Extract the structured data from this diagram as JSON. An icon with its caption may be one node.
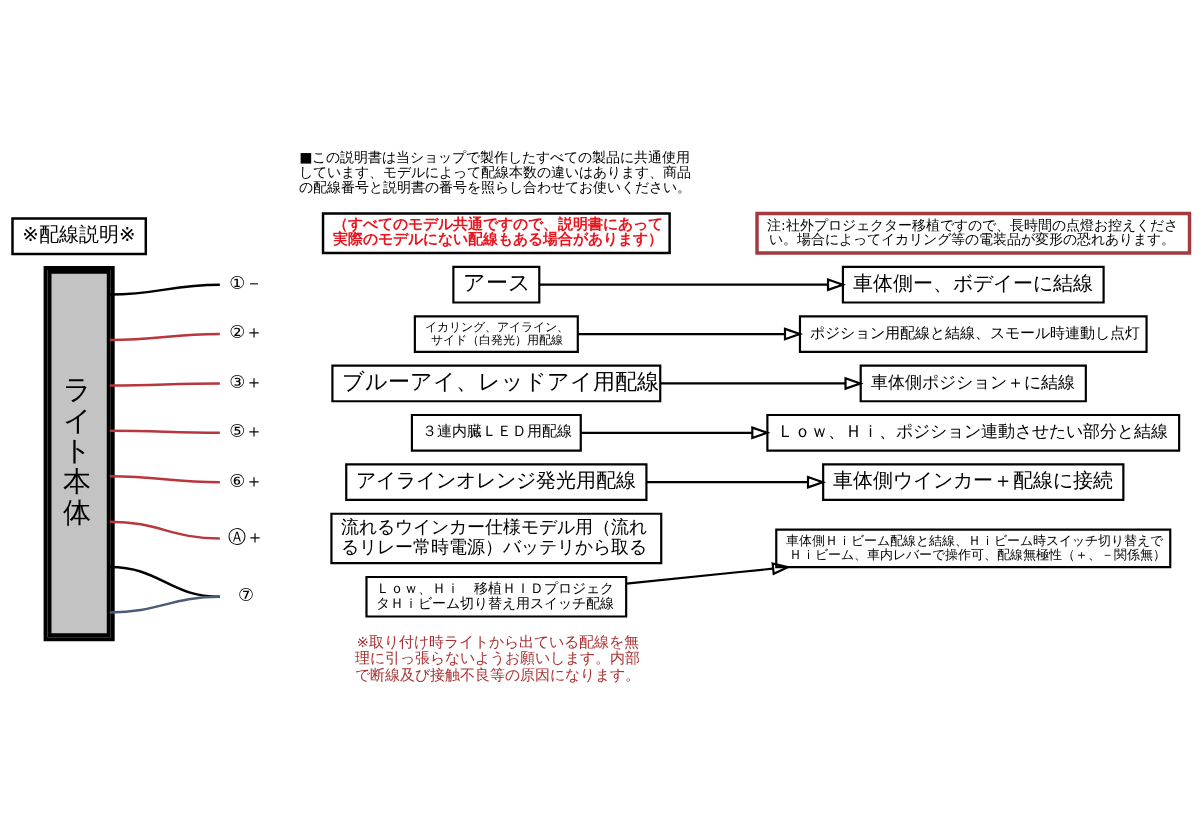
{
  "diagram": {
    "nodes": [
      {
        "text": [
          "（すべてのモデル共通ですので、説明書にあって実際のモデルにない配線もある場合があります）"
        ]
      },
      {
        "text": [
          "※配線説明※"
        ]
      },
      {
        "text": [
          "注:社外プロジェクター移植ですので、長時間の点燈お控えください。場合によってイカリング等の電装品が変形の恐れあります。"
        ]
      },
      {
        "text": [
          "ライト本体"
        ]
      },
      {
        "text": [
          "①－"
        ]
      },
      {
        "text": [
          "アース"
        ]
      },
      {
        "text": [
          "車体側ー、ボデイーに結線"
        ]
      },
      {
        "text": [
          "②＋"
        ]
      },
      {
        "text": [
          "イカリング、アイライン、サイド（白発光）用配線"
        ]
      },
      {
        "text": [
          "ポジション用配線と結線、スモール時連動し点灯"
        ]
      },
      {
        "text": [
          "③＋"
        ]
      },
      {
        "text": [
          "ブルーアイ、レッドアイ用配線"
        ]
      },
      {
        "text": [
          "車体側ポジション＋に結線"
        ]
      },
      {
        "text": [
          "⑤＋"
        ]
      },
      {
        "text": [
          "３連内臓ＬＥＤ用配線"
        ]
      },
      {
        "text": [
          "Ｌｏｗ、Ｈｉ、ポジション連動させたい部分と結線"
        ]
      },
      {
        "text": [
          "⑥＋"
        ]
      },
      {
        "text": [
          "アイラインオレンジ発光用配線"
        ]
      },
      {
        "text": [
          "車体側ウインカー＋配線に接続"
        ]
      },
      {
        "text": [
          "Ⓐ＋"
        ]
      },
      {
        "text": [
          "流れるウインカー仕様モデル用（流れるリレー常時電源）バッテリから取る"
        ]
      },
      {
        "text": [
          "⑦"
        ]
      },
      {
        "text": [
          "Ｌｏｗ、Ｈｉ　移植ＨＩＤプロジェクタＨｉビーム切り替え用スイッチ配線"
        ]
      },
      {
        "text": [
          "車体側Ｈｉビーム配線と結線、Ｈｉビーム時スイッチ切り替えでＨｉビーム、車内レバーで操作可、配線無極性（＋、－関係無）"
        ]
      }
    ],
    "edges": [
      {
        "from": 3,
        "to": 4,
        "arrow": "none"
      },
      {
        "from": 5,
        "to": 6,
        "arrow": "to"
      },
      {
        "from": 3,
        "to": 7,
        "arrow": "none",
        "color": "#b8363c"
      },
      {
        "from": 8,
        "to": 9,
        "arrow": "to"
      },
      {
        "from": 3,
        "to": 10,
        "arrow": "none",
        "color": "#b8363c"
      },
      {
        "from": 11,
        "to": 12,
        "arrow": "to"
      },
      {
        "from": 3,
        "to": 13,
        "arrow": "none",
        "color": "#b8363c"
      },
      {
        "from": 14,
        "to": 15,
        "arrow": "to"
      },
      {
        "from": 3,
        "to": 16,
        "arrow": "none",
        "color": "#b8363c"
      },
      {
        "from": 17,
        "to": 18,
        "arrow": "to"
      },
      {
        "from": 3,
        "to": 19,
        "arrow": "none",
        "color": "#b8363c"
      },
      {
        "from": 3,
        "to": 21,
        "arrow": "none"
      },
      {
        "from": 3,
        "to": 21,
        "arrow": "none",
        "color": "#4c5a78"
      },
      {
        "from": 22,
        "to": 23,
        "arrow": "to"
      }
    ],
    "labels": [
      "■この説明書は当ショップで製作したすべての製品に共通使用しています、モデルによって配線本数の違いはあります、商品の配線番号と説明書の番号を照らし合わせてお使いください。",
      "※取り付け時ライトから出ている配線を無理に引っ張らないようお願いします。内部で断線及び接触不良等の原因になります。"
    ]
  }
}
